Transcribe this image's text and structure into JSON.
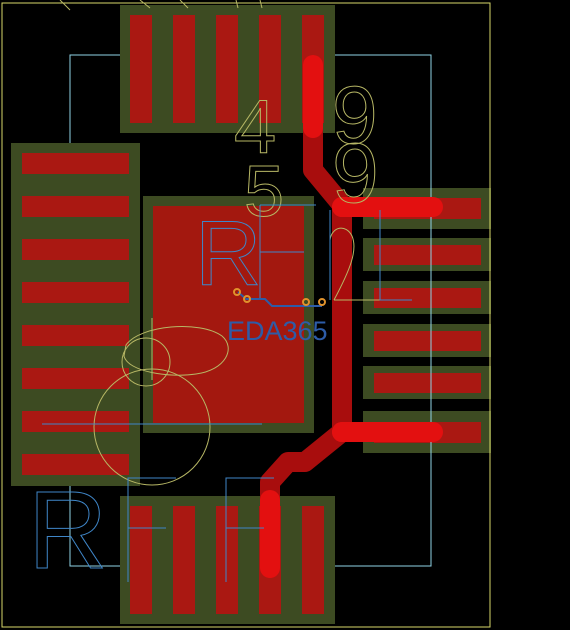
{
  "colors": {
    "background": "#000000",
    "pad_mask": "#3d4b22",
    "pad_copper": "#aa1812",
    "thermal_copper": "#a3180f",
    "trace": "#a80d0d",
    "trace_highlight": "#e31010",
    "board_outline": "#d8d86a",
    "courtyard": "#8fd3e6",
    "ref_silk": "#3f86c8",
    "value_silk": "#b7b765",
    "via": "#e0922c",
    "watermark": "#2d5ca8"
  },
  "canvas": {
    "watermark": "EDA365",
    "silk_text": {
      "ref": "R",
      "value_digits": [
        "4",
        "9",
        "5",
        "9"
      ]
    }
  }
}
